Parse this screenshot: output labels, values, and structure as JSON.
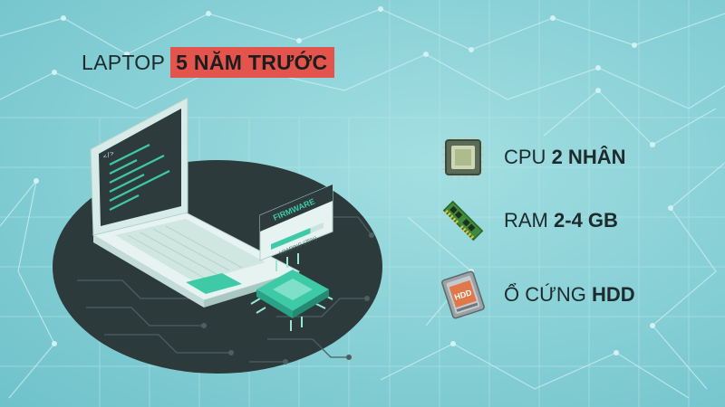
{
  "title": {
    "prefix": "LAPTOP",
    "highlight": "5 NĂM TRƯỚC"
  },
  "illustration": {
    "screen_tag": "</>",
    "badge_title": "FIRMWARE",
    "badge_status": "LOADING (75%)",
    "loading_progress": 0.75
  },
  "specs": [
    {
      "icon": "cpu-chip-icon",
      "label": "CPU",
      "value": "2 NHÂN"
    },
    {
      "icon": "ram-stick-icon",
      "label": "RAM",
      "value": "2-4 GB"
    },
    {
      "icon": "hard-drive-icon",
      "label": "Ổ CỨNG",
      "value": "HDD",
      "icon_text": "HDD"
    }
  ],
  "colors": {
    "highlight": "#e3554c",
    "background": "#8ed3d8",
    "disc": "#2c3a3c",
    "teal": "#3ec9a7"
  }
}
